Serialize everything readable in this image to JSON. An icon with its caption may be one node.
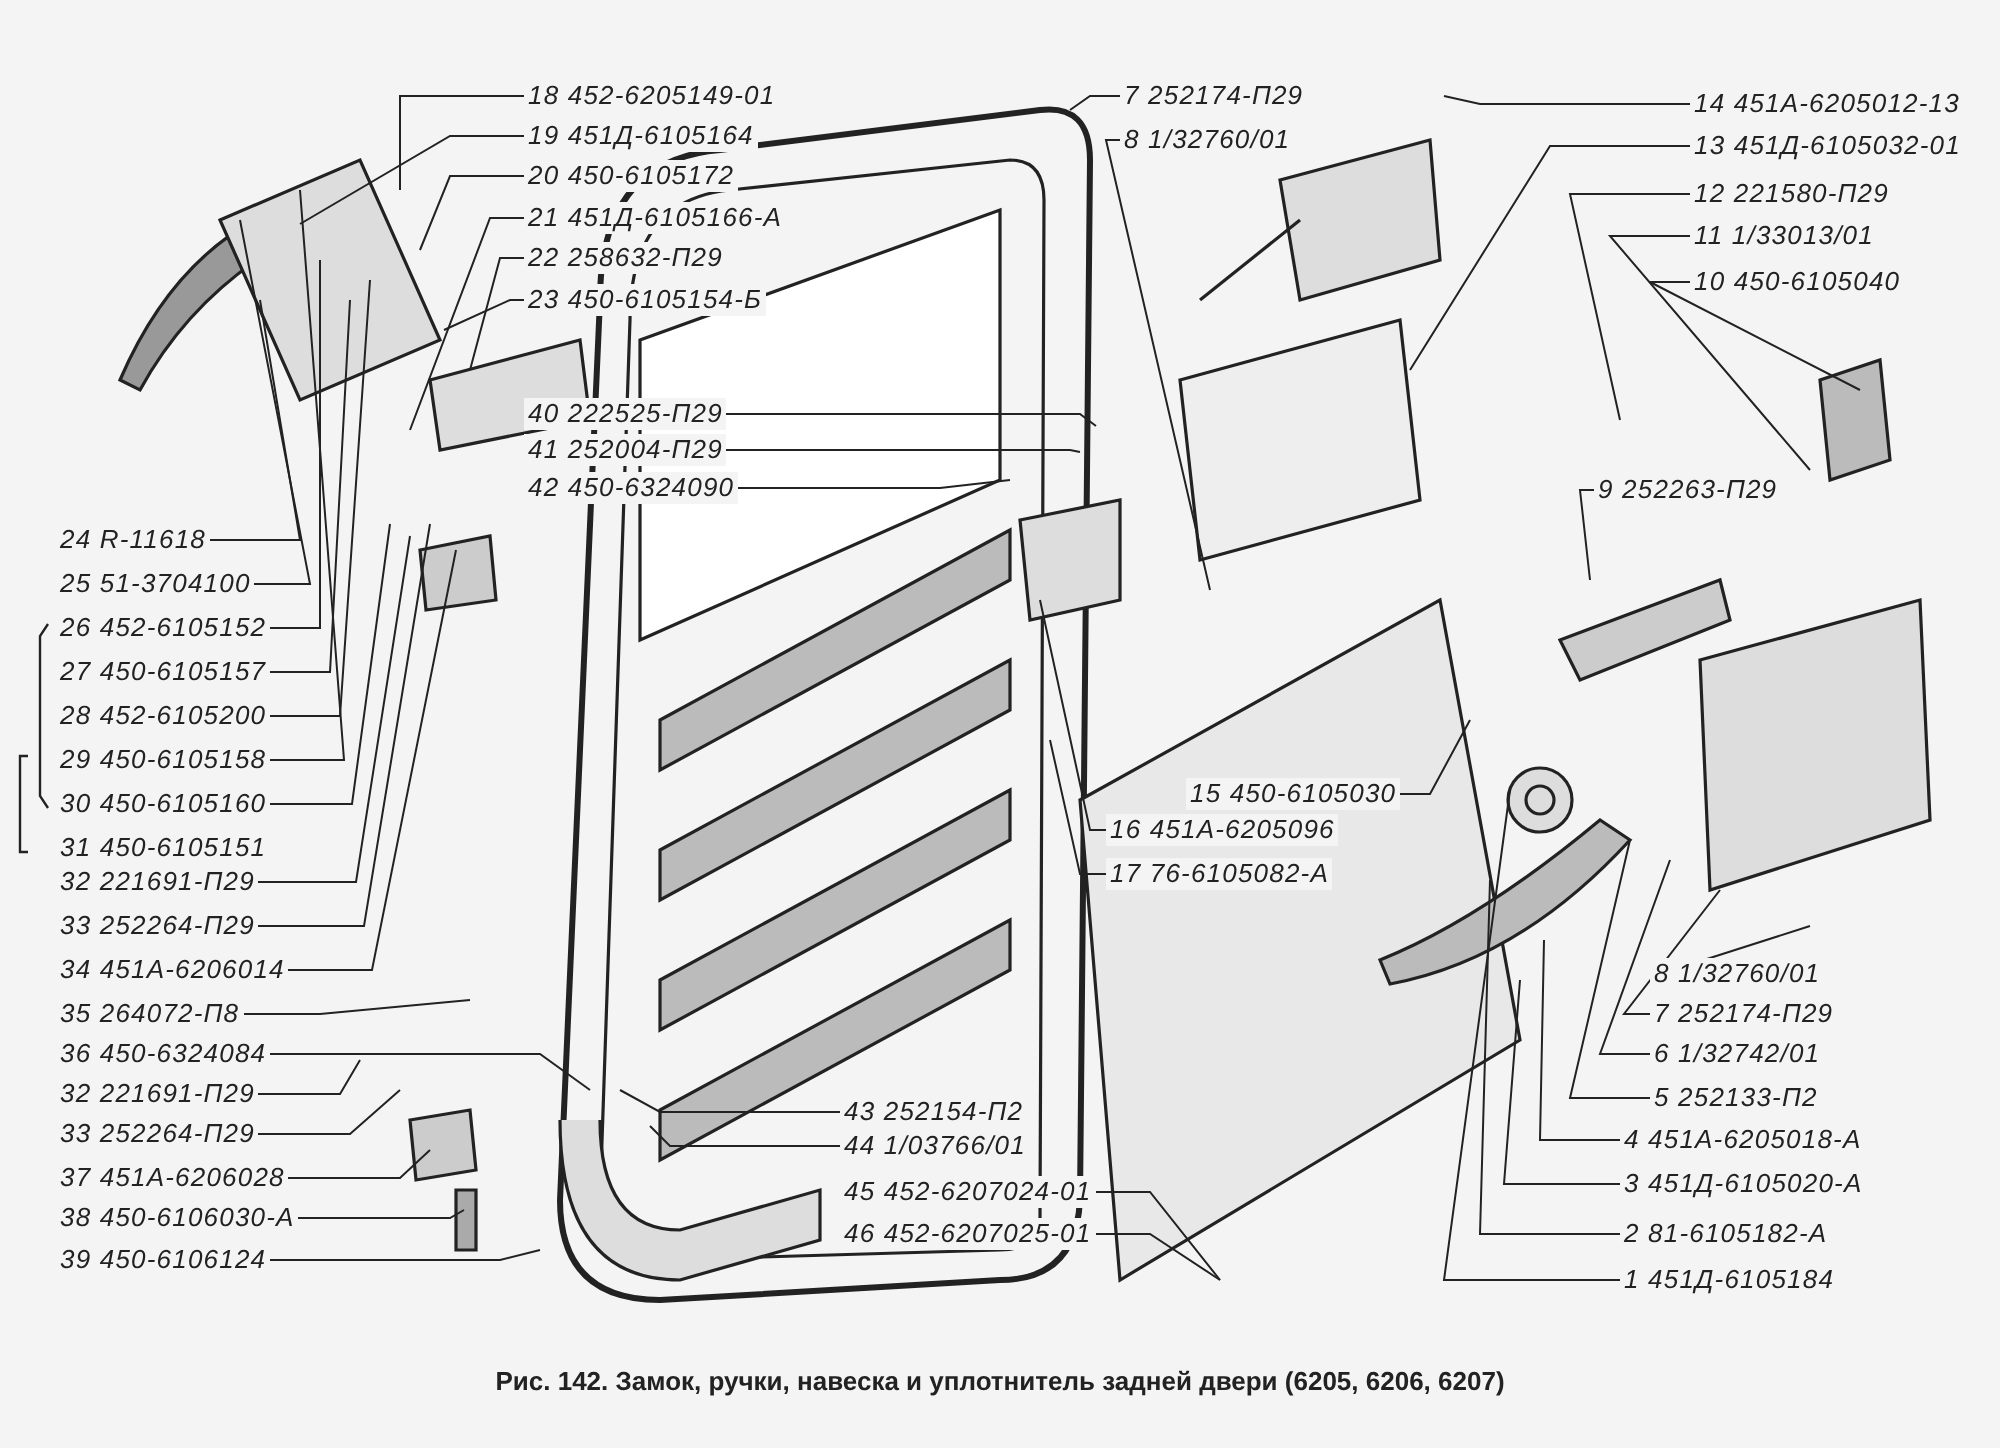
{
  "diagram": {
    "caption": "Рис. 142. Замок, ручки, навеска и уплотнитель задней двери (6205, 6206, 6207)",
    "nodes": [
      {
        "text": [
          "18 452-6205149-01"
        ]
      },
      {
        "text": [
          "19 451Д-6105164"
        ]
      },
      {
        "text": [
          "20 450-6105172"
        ]
      },
      {
        "text": [
          "21 451Д-6105166-А"
        ]
      },
      {
        "text": [
          "22 258632-П29"
        ]
      },
      {
        "text": [
          "23 450-6105154-Б"
        ]
      },
      {
        "text": [
          "7 252174-П29"
        ]
      },
      {
        "text": [
          "8 1/32760/01"
        ]
      },
      {
        "text": [
          "14 451А-6205012-13"
        ]
      },
      {
        "text": [
          "13 451Д-6105032-01"
        ]
      },
      {
        "text": [
          "12 221580-П29"
        ]
      },
      {
        "text": [
          "11 1/33013/01"
        ]
      },
      {
        "text": [
          "10 450-6105040"
        ]
      },
      {
        "text": [
          "40 222525-П29"
        ]
      },
      {
        "text": [
          "41 252004-П29"
        ]
      },
      {
        "text": [
          "42 450-6324090"
        ]
      },
      {
        "text": [
          "9 252263-П29"
        ]
      },
      {
        "text": [
          "24 R-11618"
        ]
      },
      {
        "text": [
          "25 51-3704100"
        ]
      },
      {
        "text": [
          "26 452-6105152"
        ]
      },
      {
        "text": [
          "27 450-6105157"
        ]
      },
      {
        "text": [
          "28 452-6105200"
        ]
      },
      {
        "text": [
          "29 450-6105158"
        ]
      },
      {
        "text": [
          "30 450-6105160"
        ]
      },
      {
        "text": [
          "31 450-6105151"
        ]
      },
      {
        "text": [
          "15 450-6105030"
        ]
      },
      {
        "text": [
          "16 451А-6205096"
        ]
      },
      {
        "text": [
          "17 76-6105082-А"
        ]
      },
      {
        "text": [
          "32 221691-П29"
        ]
      },
      {
        "text": [
          "33 252264-П29"
        ]
      },
      {
        "text": [
          "34 451А-6206014"
        ]
      },
      {
        "text": [
          "8 1/32760/01"
        ]
      },
      {
        "text": [
          "7 252174-П29"
        ]
      },
      {
        "text": [
          "6 1/32742/01"
        ]
      },
      {
        "text": [
          "5 252133-П2"
        ]
      },
      {
        "text": [
          "4 451А-6205018-А"
        ]
      },
      {
        "text": [
          "3 451Д-6105020-А"
        ]
      },
      {
        "text": [
          "2 81-6105182-А"
        ]
      },
      {
        "text": [
          "1 451Д-6105184"
        ]
      },
      {
        "text": [
          "35 264072-П8"
        ]
      },
      {
        "text": [
          "36 450-6324084"
        ]
      },
      {
        "text": [
          "32 221691-П29"
        ]
      },
      {
        "text": [
          "33 252264-П29"
        ]
      },
      {
        "text": [
          "37 451А-6206028"
        ]
      },
      {
        "text": [
          "38 450-6106030-А"
        ]
      },
      {
        "text": [
          "39 450-6106124"
        ]
      },
      {
        "text": [
          "43 252154-П2"
        ]
      },
      {
        "text": [
          "44 1/03766/01"
        ]
      },
      {
        "text": [
          "45 452-6207024-01"
        ]
      },
      {
        "text": [
          "46 452-6207025-01"
        ]
      }
    ],
    "edges": [
      {
        "from": 0,
        "to": null,
        "arrow": "none"
      },
      {
        "from": 1,
        "to": null,
        "arrow": "none"
      },
      {
        "from": 2,
        "to": null,
        "arrow": "none"
      },
      {
        "from": 3,
        "to": null,
        "arrow": "none"
      },
      {
        "from": 4,
        "to": null,
        "arrow": "none"
      },
      {
        "from": 5,
        "to": null,
        "arrow": "none"
      },
      {
        "from": 6,
        "to": null,
        "arrow": "none"
      },
      {
        "from": 7,
        "to": null,
        "arrow": "none"
      },
      {
        "from": 8,
        "to": null,
        "arrow": "none"
      },
      {
        "from": 9,
        "to": null,
        "arrow": "none"
      },
      {
        "from": 10,
        "to": null,
        "arrow": "none"
      },
      {
        "from": 11,
        "to": null,
        "arrow": "none"
      },
      {
        "from": 12,
        "to": null,
        "arrow": "none"
      },
      {
        "from": 13,
        "to": null,
        "arrow": "none"
      },
      {
        "from": 14,
        "to": null,
        "arrow": "none"
      },
      {
        "from": 15,
        "to": null,
        "arrow": "none"
      },
      {
        "from": 16,
        "to": null,
        "arrow": "none"
      },
      {
        "from": 17,
        "to": null,
        "arrow": "none"
      },
      {
        "from": 18,
        "to": null,
        "arrow": "none"
      },
      {
        "from": 19,
        "to": null,
        "arrow": "none"
      },
      {
        "from": 20,
        "to": null,
        "arrow": "none"
      },
      {
        "from": 21,
        "to": null,
        "arrow": "none"
      },
      {
        "from": 22,
        "to": null,
        "arrow": "none"
      },
      {
        "from": 23,
        "to": null,
        "arrow": "none"
      },
      {
        "from": 25,
        "to": null,
        "arrow": "none"
      },
      {
        "from": 26,
        "to": null,
        "arrow": "none"
      },
      {
        "from": 27,
        "to": null,
        "arrow": "none"
      },
      {
        "from": 28,
        "to": null,
        "arrow": "none"
      },
      {
        "from": 29,
        "to": null,
        "arrow": "none"
      },
      {
        "from": 30,
        "to": null,
        "arrow": "none"
      },
      {
        "from": 31,
        "to": null,
        "arrow": "none"
      },
      {
        "from": 32,
        "to": null,
        "arrow": "none"
      },
      {
        "from": 33,
        "to": null,
        "arrow": "none"
      },
      {
        "from": 34,
        "to": null,
        "arrow": "none"
      },
      {
        "from": 35,
        "to": null,
        "arrow": "none"
      },
      {
        "from": 36,
        "to": null,
        "arrow": "none"
      },
      {
        "from": 37,
        "to": null,
        "arrow": "none"
      },
      {
        "from": 38,
        "to": null,
        "arrow": "none"
      },
      {
        "from": 39,
        "to": null,
        "arrow": "none"
      },
      {
        "from": 40,
        "to": null,
        "arrow": "none"
      },
      {
        "from": 41,
        "to": null,
        "arrow": "none"
      },
      {
        "from": 42,
        "to": null,
        "arrow": "none"
      },
      {
        "from": 43,
        "to": null,
        "arrow": "none"
      },
      {
        "from": 44,
        "to": null,
        "arrow": "none"
      },
      {
        "from": 45,
        "to": null,
        "arrow": "none"
      },
      {
        "from": 46,
        "to": null,
        "arrow": "none"
      },
      {
        "from": 47,
        "to": null,
        "arrow": "none"
      },
      {
        "from": 48,
        "to": null,
        "arrow": "none"
      },
      {
        "from": 49,
        "to": null,
        "arrow": "none"
      }
    ]
  }
}
